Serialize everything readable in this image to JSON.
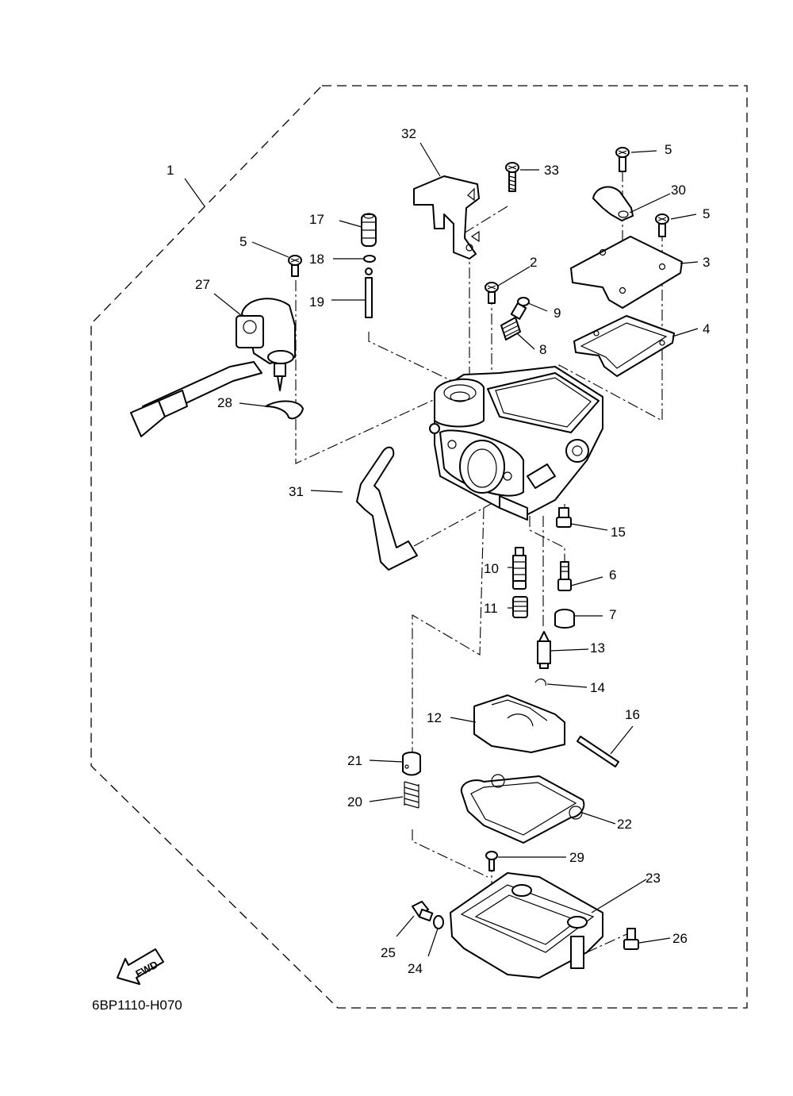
{
  "diagram": {
    "code": "6BP1110-H070",
    "fwd_label": "FWD",
    "callouts": {
      "c1": "1",
      "c2": "2",
      "c3": "3",
      "c4": "4",
      "c5a": "5",
      "c5b": "5",
      "c5c": "5",
      "c6": "6",
      "c7": "7",
      "c8": "8",
      "c9": "9",
      "c10": "10",
      "c11": "11",
      "c12": "12",
      "c13": "13",
      "c14": "14",
      "c15": "15",
      "c16": "16",
      "c17": "17",
      "c18": "18",
      "c19": "19",
      "c20": "20",
      "c21": "21",
      "c22": "22",
      "c23": "23",
      "c24": "24",
      "c25": "25",
      "c26": "26",
      "c27": "27",
      "c28": "28",
      "c29": "29",
      "c30": "30",
      "c31": "31",
      "c32": "32",
      "c33": "33"
    }
  }
}
